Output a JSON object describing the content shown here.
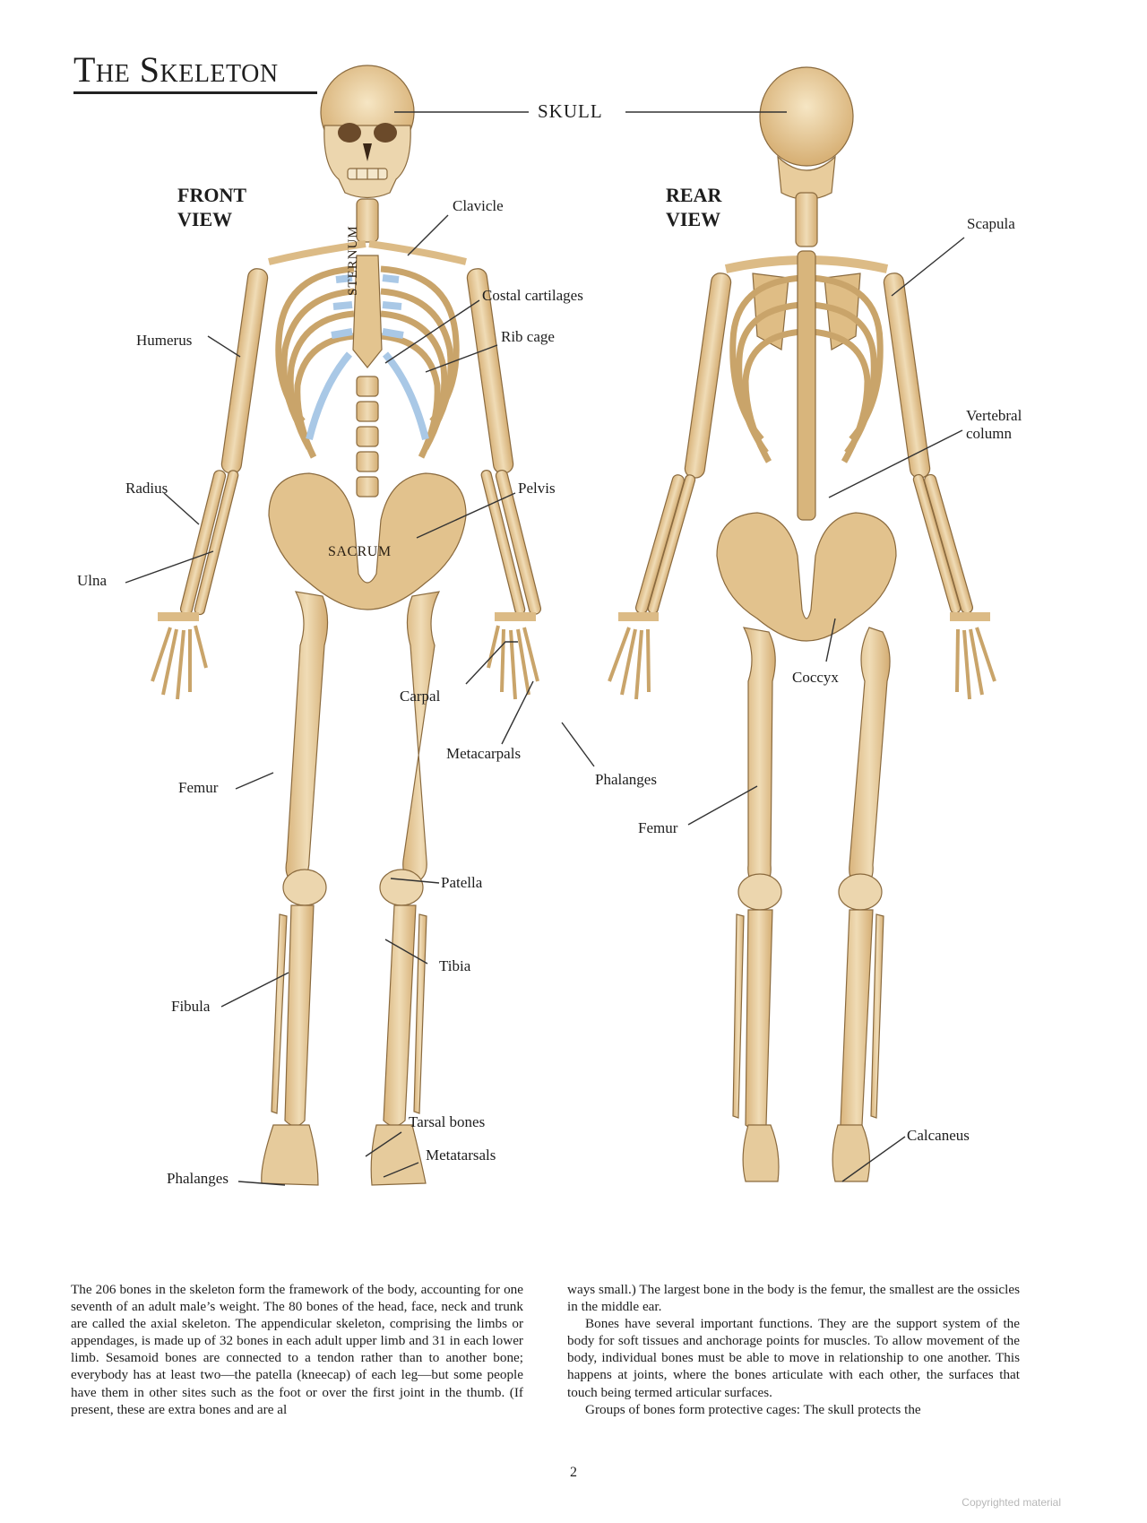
{
  "page": {
    "title": "The Skeleton",
    "page_number": "2",
    "copyright": "Copyrighted material"
  },
  "figure": {
    "front_view": {
      "heading_line1": "FRONT",
      "heading_line2": "VIEW"
    },
    "rear_view": {
      "heading_line1": "REAR",
      "heading_line2": "VIEW"
    },
    "colors": {
      "bone": "#e8cc9c",
      "bone_shadow": "#c9a46a",
      "bone_outline": "#8a6a3e",
      "cartilage": "#a9c8e6",
      "leader_line": "#333333"
    },
    "labels": {
      "skull": "SKULL",
      "clavicle": "Clavicle",
      "costal_cartilages": "Costal cartilages",
      "rib_cage": "Rib cage",
      "humerus": "Humerus",
      "radius": "Radius",
      "ulna": "Ulna",
      "pelvis": "Pelvis",
      "sternum": "STERNUM",
      "sacrum": "SACRUM",
      "carpal": "Carpal",
      "metacarpals": "Metacarpals",
      "phalanges_hand": "Phalanges",
      "femur_front": "Femur",
      "femur_rear": "Femur",
      "patella": "Patella",
      "tibia": "Tibia",
      "fibula": "Fibula",
      "tarsal_bones": "Tarsal bones",
      "metatarsals": "Metatarsals",
      "phalanges_foot": "Phalanges",
      "scapula": "Scapula",
      "vertebral_column_line1": "Vertebral",
      "vertebral_column_line2": "column",
      "coccyx": "Coccyx",
      "calcaneus": "Calcaneus"
    }
  },
  "body_text": {
    "left_column": "The 206 bones in the skeleton form the framework of the body, ac­counting for one seventh of an adult male’s weight. The 80 bones of the head, face, neck and trunk are called the axial skeleton. The ap­pendicular skeleton, comprising the limbs or appendages, is made up of 32 bones in each adult upper limb and 31 in each lower limb. Sesamoid bones are connected to a tendon rather than to another bone; everybody has at least two—the patella (kneecap) of each leg—but some people have them in other sites such as the foot or over the first joint in the thumb. (If present, these are extra bones and are al­",
    "right_column_p1": "ways small.) The largest bone in the body is the femur, the smallest are the ossicles in the middle ear.",
    "right_column_p2": "Bones have several important functions. They are the support sys­tem of the body for soft tissues and anchorage points for muscles. To allow movement of the body, individual bones must be able to move in relationship to one another. This happens at joints, where the bones articulate with each other, the surfaces that touch being termed artic­ular surfaces.",
    "right_column_p3": "Groups of bones form protective cages: The skull protects the"
  }
}
